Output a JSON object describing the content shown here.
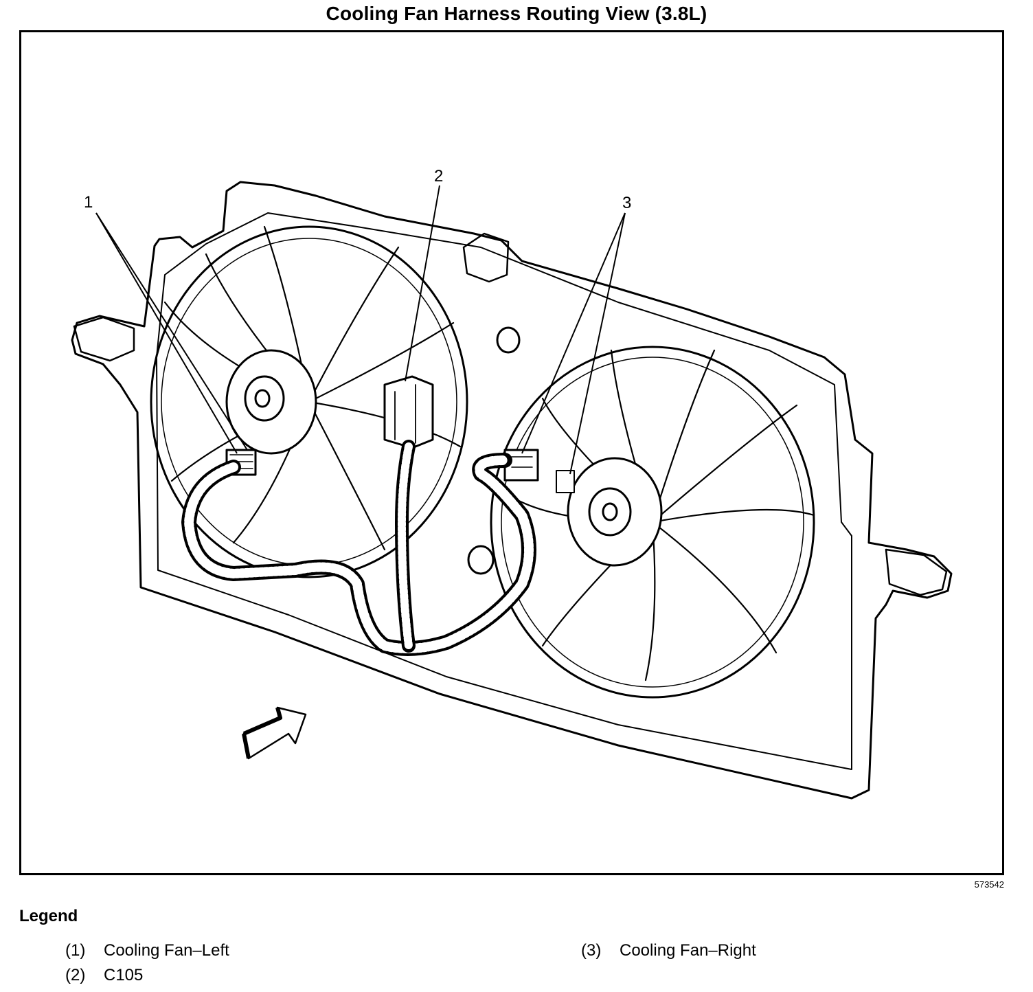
{
  "title": "Cooling Fan Harness Routing View (3.8L)",
  "figure_id": "573542",
  "callouts": [
    "1",
    "2",
    "3"
  ],
  "legend": {
    "heading": "Legend",
    "items": [
      {
        "num": "(1)",
        "label": "Cooling Fan–Left"
      },
      {
        "num": "(2)",
        "label": "C105"
      },
      {
        "num": "(3)",
        "label": "Cooling Fan–Right"
      }
    ]
  }
}
